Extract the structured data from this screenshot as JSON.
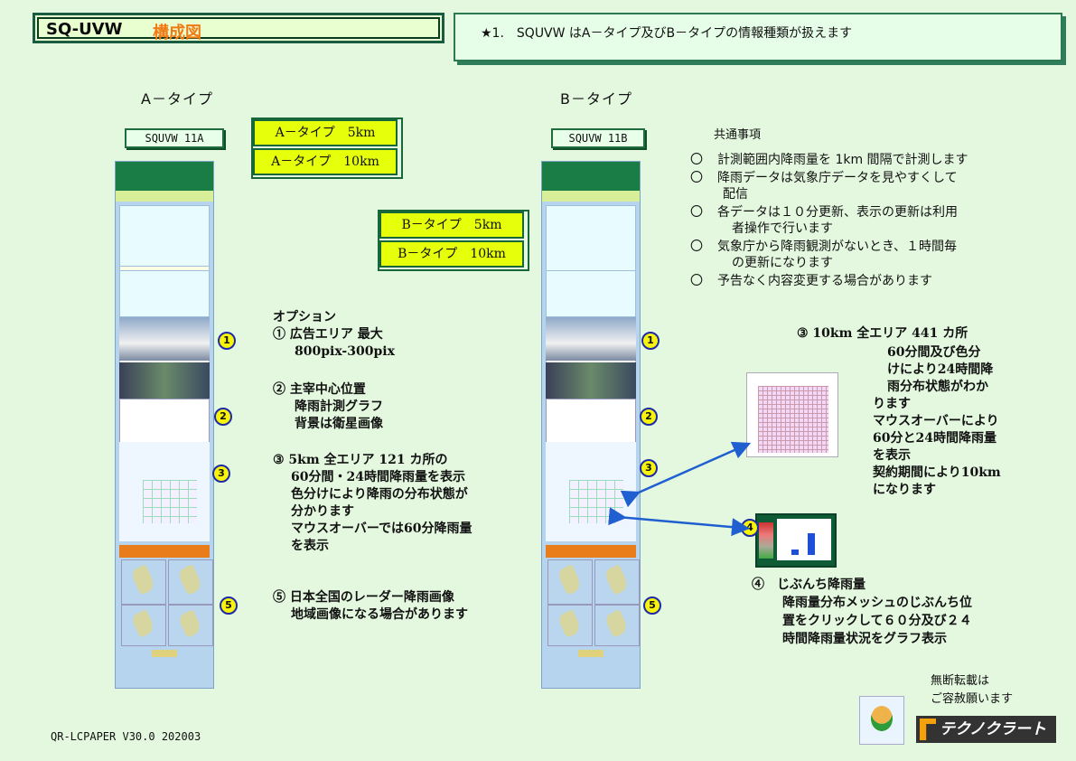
{
  "title": {
    "main": "SQ-UVW",
    "sub": "構成図"
  },
  "note": "★1.　SQUVW はA－タイプ及びB－タイプの情報種類が扱えます",
  "type_a": {
    "heading": "A－タイプ",
    "product": "SQUVW 11A",
    "options": [
      "A－タイプ　5km",
      "A－タイプ　10km"
    ]
  },
  "type_b": {
    "heading": "B－タイプ",
    "product": "SQUVW 11B",
    "options": [
      "B－タイプ　5km",
      "B－タイプ　10km"
    ]
  },
  "badges": [
    "1",
    "2",
    "3",
    "5",
    "4"
  ],
  "options_text": {
    "heading": "オプション",
    "item1": [
      "① 広告エリア 最大",
      "800pix-300pix"
    ],
    "item2": [
      "② 主宰中心位置",
      "降雨計測グラフ",
      "背景は衛星画像"
    ],
    "item3": [
      "③ 5km 全エリア 121 カ所の",
      "60分間・24時間降雨量を表示",
      "色分けにより降雨の分布状態が",
      "分かります",
      "マウスオーバーでは60分降雨量",
      "を表示"
    ],
    "item5": [
      "⑤ 日本全国のレーダー降雨画像",
      "地域画像になる場合があります"
    ]
  },
  "common": {
    "heading": "共通事項",
    "bullet": "〇",
    "items": [
      [
        "計測範囲内降雨量を 1km 間隔で計測します"
      ],
      [
        "降雨データは気象庁データを見やすくして",
        "配信"
      ],
      [
        "各データは１０分更新、表示の更新は利用",
        "者操作で行います"
      ],
      [
        "気象庁から降雨観測がないとき、１時間毎",
        "の更新になります"
      ],
      [
        "予告なく内容変更する場合があります"
      ]
    ]
  },
  "b_item3": [
    "③ 10km 全エリア 441 カ所",
    "60分間及び色分",
    "けにより24時間降",
    "雨分布状態がわか",
    "ります",
    "マウスオーバーにより",
    "60分と24時間降雨量",
    "を表示",
    "契約期間により10km",
    "になります"
  ],
  "b_item4": [
    "④　じぶんち降雨量",
    "降雨量分布メッシュのじぶんち位",
    "置をクリックして６０分及び２４",
    "時間降雨量状況をグラフ表示"
  ],
  "reprint": [
    "無断転載は",
    "ご容赦願います"
  ],
  "logo_text": "テクノクラート",
  "footer": "QR-LCPAPER V30.0 202003"
}
